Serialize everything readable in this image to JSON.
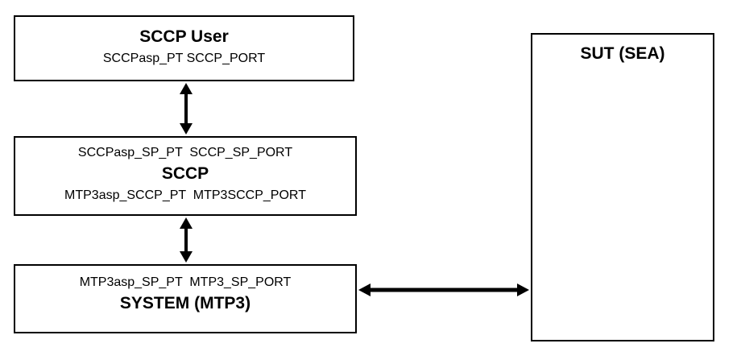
{
  "diagram": {
    "boxes": {
      "sccp_user": {
        "title": "SCCP User",
        "ports": "SCCPasp_PT SCCP_PORT"
      },
      "sccp": {
        "top_ports": "SCCPasp_SP_PT  SCCP_SP_PORT",
        "title": "SCCP",
        "bottom_ports": "MTP3asp_SCCP_PT  MTP3SCCP_PORT"
      },
      "system_mtp3": {
        "top_ports": "MTP3asp_SP_PT  MTP3_SP_PORT",
        "title": "SYSTEM (MTP3)"
      },
      "sut": {
        "title": "SUT (SEA)"
      }
    },
    "connections": [
      {
        "from": "sccp_user",
        "to": "sccp",
        "style": "double-headed-arrow",
        "orientation": "vertical"
      },
      {
        "from": "sccp",
        "to": "system_mtp3",
        "style": "double-headed-arrow",
        "orientation": "vertical"
      },
      {
        "from": "system_mtp3",
        "to": "sut",
        "style": "double-headed-arrow",
        "orientation": "horizontal"
      }
    ],
    "colors": {
      "background": "#ffffff",
      "border": "#000000",
      "text": "#000000",
      "arrow": "#000000"
    }
  }
}
